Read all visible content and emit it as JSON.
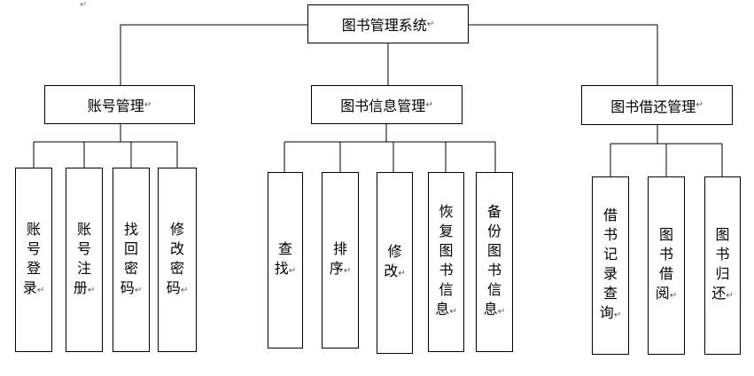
{
  "para_mark": "↵",
  "root": {
    "label": "图书管理系统"
  },
  "modules": [
    {
      "label": "账号管理",
      "children": [
        "账号登录",
        "账号注册",
        "找回密码",
        "修改密码"
      ]
    },
    {
      "label": "图书信息管理",
      "children": [
        "查找",
        "排序",
        "修改",
        "恢复图书信息",
        "备份图书信息"
      ]
    },
    {
      "label": "图书借还管理",
      "children": [
        "借书记录查询",
        "图书借阅",
        "图书归还"
      ]
    }
  ]
}
